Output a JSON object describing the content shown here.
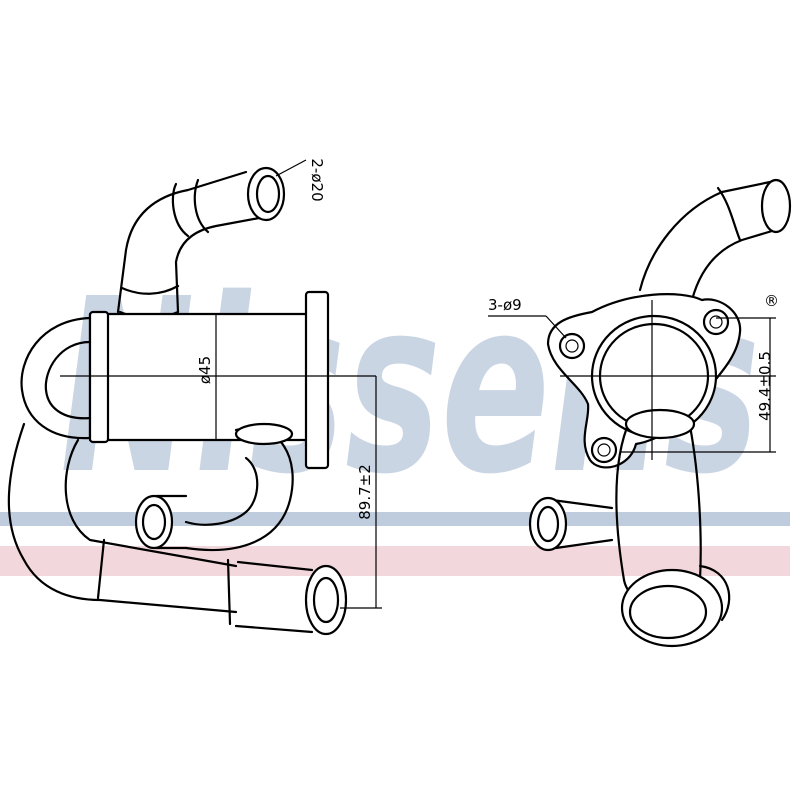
{
  "watermark": {
    "brand": "Nissens",
    "registered_mark": "®",
    "brand_color": "#9fb4cf",
    "stripe_blue": "#a9bbd3",
    "stripe_pink": "#e7b8bf"
  },
  "dimensions": {
    "pipe_outlet": "2-ø20",
    "tube_diameter": "ø45",
    "overall_height": "89.7±2",
    "bolt_holes": "3-ø9",
    "flange_spacing": "49.4±0.5"
  }
}
